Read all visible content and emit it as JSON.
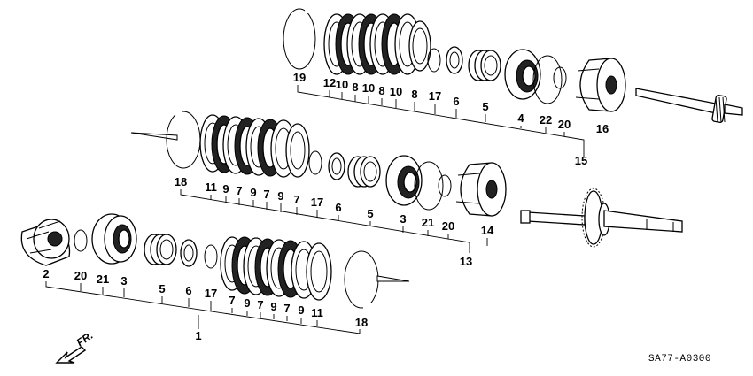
{
  "diagram_code": "SA77-A0300",
  "direction_label": "FR.",
  "groups": [
    {
      "id": "top",
      "assembly_label": "15",
      "items": [
        {
          "kind": "snapring",
          "label": "19"
        },
        {
          "kind": "endplate",
          "label": "12"
        },
        {
          "kind": "disc",
          "label": "10"
        },
        {
          "kind": "plate",
          "label": "8"
        },
        {
          "kind": "disc",
          "label": "10"
        },
        {
          "kind": "plate",
          "label": "8"
        },
        {
          "kind": "disc",
          "label": "10"
        },
        {
          "kind": "plate",
          "label": "8"
        },
        {
          "kind": "smallring",
          "label": "17"
        },
        {
          "kind": "retainer",
          "label": "6"
        },
        {
          "kind": "spring",
          "label": "5"
        },
        {
          "kind": "piston",
          "label": "4"
        },
        {
          "kind": "oring",
          "label": "22"
        },
        {
          "kind": "oring-small",
          "label": "20"
        },
        {
          "kind": "drum",
          "label": "16"
        }
      ]
    },
    {
      "id": "middle",
      "assembly_label": "13",
      "items": [
        {
          "kind": "snapring",
          "label": "18"
        },
        {
          "kind": "endplate",
          "label": "11"
        },
        {
          "kind": "disc",
          "label": "9"
        },
        {
          "kind": "plate",
          "label": "7"
        },
        {
          "kind": "disc",
          "label": "9"
        },
        {
          "kind": "plate",
          "label": "7"
        },
        {
          "kind": "disc",
          "label": "9"
        },
        {
          "kind": "plate",
          "label": "7"
        },
        {
          "kind": "smallring",
          "label": "17"
        },
        {
          "kind": "retainer",
          "label": "6"
        },
        {
          "kind": "spring",
          "label": "5"
        },
        {
          "kind": "piston",
          "label": "3"
        },
        {
          "kind": "oring",
          "label": "21"
        },
        {
          "kind": "oring-small",
          "label": "20"
        },
        {
          "kind": "drum",
          "label": "14"
        }
      ]
    },
    {
      "id": "bottom",
      "assembly_label": "1",
      "items": [
        {
          "kind": "drum",
          "label": "2"
        },
        {
          "kind": "oring-small",
          "label": "20"
        },
        {
          "kind": "piston",
          "label": "21"
        },
        {
          "kind": "piston",
          "label": "3"
        },
        {
          "kind": "spring",
          "label": "5"
        },
        {
          "kind": "retainer",
          "label": "6"
        },
        {
          "kind": "smallring",
          "label": "17"
        },
        {
          "kind": "plate",
          "label": "7"
        },
        {
          "kind": "disc",
          "label": "9"
        },
        {
          "kind": "plate",
          "label": "7"
        },
        {
          "kind": "disc",
          "label": "9"
        },
        {
          "kind": "plate",
          "label": "7"
        },
        {
          "kind": "disc",
          "label": "9"
        },
        {
          "kind": "endplate",
          "label": "11"
        },
        {
          "kind": "snapring",
          "label": "18"
        }
      ]
    }
  ],
  "shafts": [
    {
      "id": "upper-shaft",
      "kind": "shaft-gear"
    },
    {
      "id": "middle-shaft",
      "kind": "shaft-gear-large"
    }
  ]
}
